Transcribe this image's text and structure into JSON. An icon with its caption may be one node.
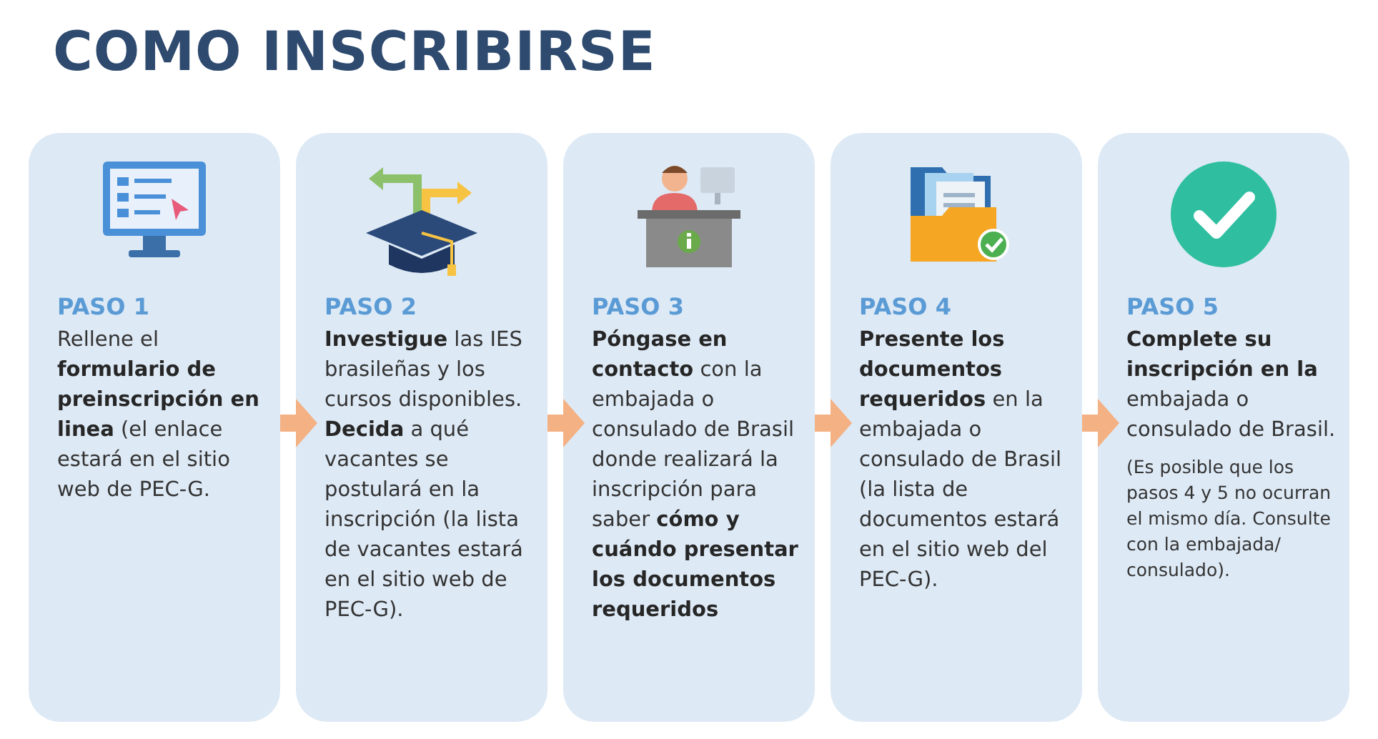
{
  "diagram": {
    "title": "COMO INSCRIBIRSE",
    "nodes": [
      {
        "text": [
          "PASO 1",
          "Rellene el **formulario de preinscripción en linea** (el enlace estará en el sitio web de PEC-G."
        ]
      },
      {
        "text": [
          "PASO 2",
          "**Investigue** las IES brasileñas y los cursos disponibles. **Decida** a qué vacantes se postulará en la inscripción (la lista de vacantes estará en el sitio web de PEC-G)."
        ]
      },
      {
        "text": [
          "PASO 3",
          "**Póngase en contacto** con la embajada o consulado de Brasil donde realizará la inscripción para saber **cómo y cuándo presentar los documentos requeridos**"
        ]
      },
      {
        "text": [
          "PASO 4",
          "**Presente los documentos requeridos** en la embajada o consulado de Brasil (la lista de documentos estará en el sitio web del PEC-G)."
        ]
      },
      {
        "text": [
          "PASO 5",
          "**Complete su inscripción en la** embajada o consulado de Brasil.",
          "(Es posible que los pasos 4 y 5 no ocurran el mismo día. Consulte con la embajada/ consulado)."
        ]
      }
    ],
    "edges": [
      {
        "from": 0,
        "to": 1,
        "arrow": "to"
      },
      {
        "from": 1,
        "to": 2,
        "arrow": "to"
      },
      {
        "from": 2,
        "to": 3,
        "arrow": "to"
      },
      {
        "from": 3,
        "to": 4,
        "arrow": "to"
      }
    ]
  }
}
